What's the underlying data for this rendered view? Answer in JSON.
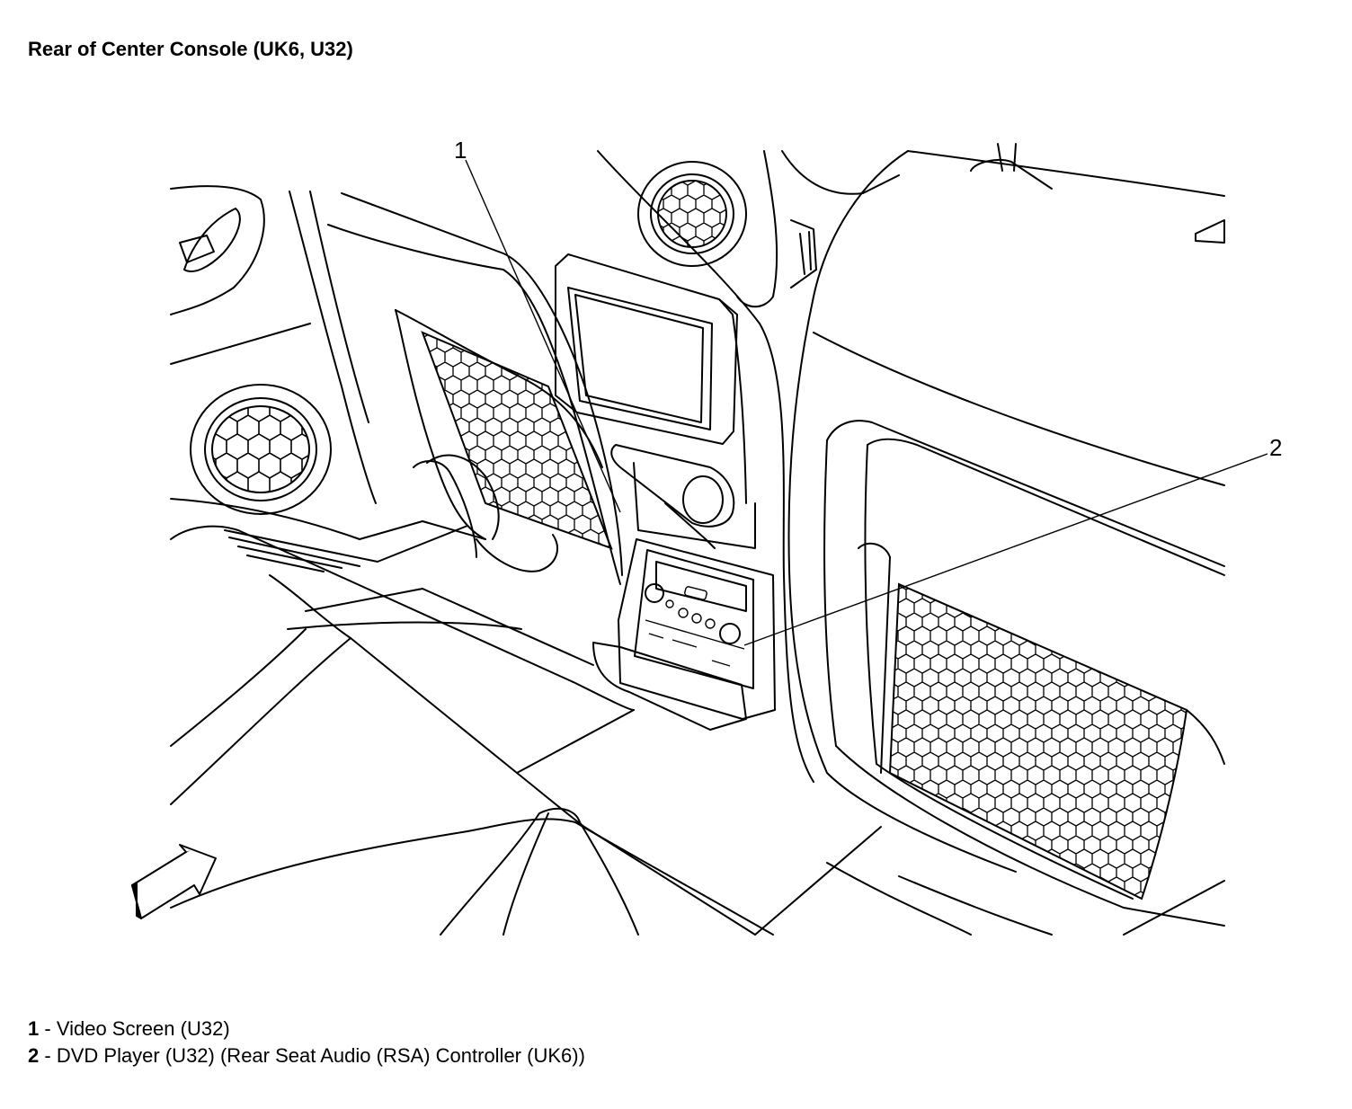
{
  "title": "Rear of Center Console (UK6, U32)",
  "callouts": [
    {
      "number": "1",
      "sep": "-",
      "label": "Video Screen (U32)"
    },
    {
      "number": "2",
      "sep": "-",
      "label": "DVD Player (U32) (Rear Seat Audio (RSA) Controller (UK6))"
    }
  ],
  "icons": {
    "view_direction": "view-direction-arrow-icon"
  }
}
